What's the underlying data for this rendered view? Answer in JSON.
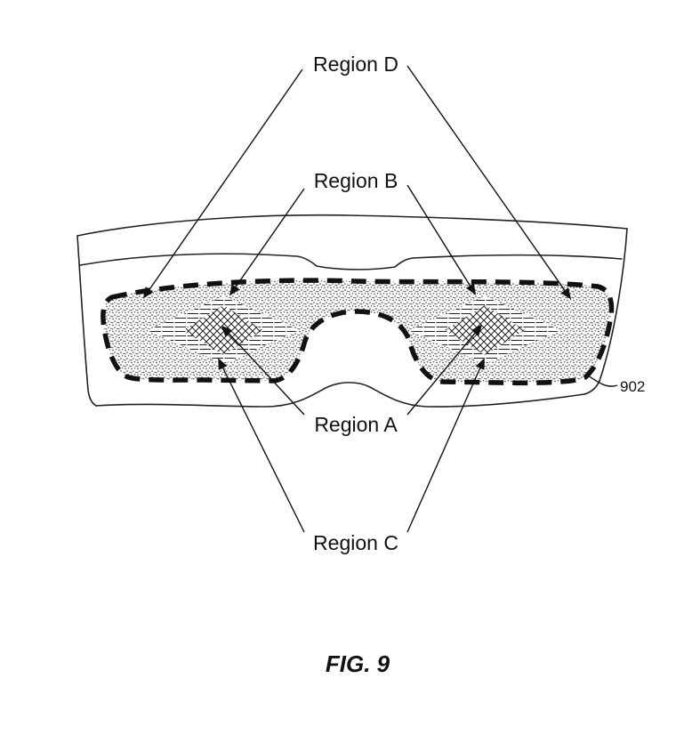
{
  "figure": {
    "caption": "FIG. 9",
    "colors": {
      "ink": "#111111",
      "paper": "#ffffff"
    },
    "reference_numerals": {
      "boundary_ref": "902"
    },
    "regions": {
      "d": {
        "label": "Region D",
        "fill": "stipple-dots"
      },
      "b": {
        "label": "Region B",
        "fill": "line-hatch"
      },
      "a": {
        "label": "Region A",
        "fill": "cross-hatch"
      },
      "c": {
        "label": "Region C",
        "fill": "stipple-dots"
      }
    }
  }
}
